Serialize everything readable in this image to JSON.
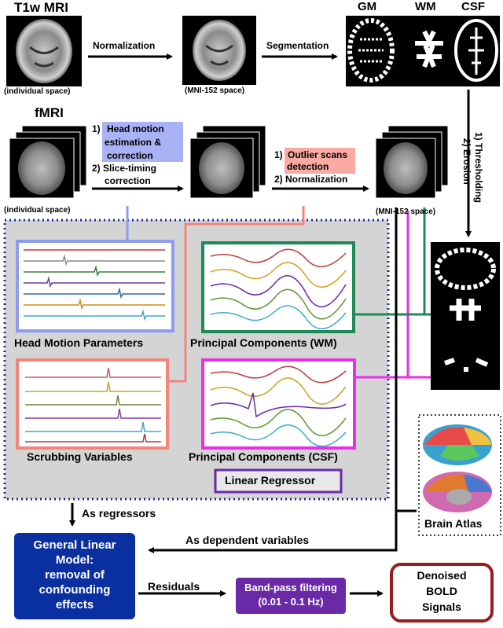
{
  "top": {
    "t1w_title": "T1w MRI",
    "individual_space_1": "(individual space)",
    "normalization": "Normalization",
    "mni_space_1": "(MNI-152 space)",
    "segmentation": "Segmentation",
    "gm": "GM",
    "wm": "WM",
    "csf": "CSF"
  },
  "fmri": {
    "title": "fMRI",
    "individual_space_2": "(individual space)",
    "step1_num": "1)",
    "step1_highlight_a": "Head motion",
    "step1_highlight_b": "estimation &",
    "step1_highlight_c": "correction",
    "step2": "2) Slice-timing",
    "step2b": "correction",
    "outlier_num": "1)",
    "outlier_a": "Outlier scans",
    "outlier_b": "detection",
    "normalization2": "2) Normalization",
    "mni_space_2": "(MNI-152 space)",
    "threshold": "1) Thresholding",
    "erosion": "2) Erosion"
  },
  "panels": {
    "head_motion": "Head Motion Parameters",
    "pc_wm": "Principal Components (WM)",
    "scrubbing": "Scrubbing Variables",
    "pc_csf": "Principal Components (CSF)",
    "linear_regressor": "Linear Regressor"
  },
  "bottom": {
    "as_regressors": "As regressors",
    "as_dependent": "As dependent variables",
    "glm_line1": "General Linear",
    "glm_line2": "Model:",
    "glm_line3": "removal of",
    "glm_line4": "confounding",
    "glm_line5": "effects",
    "residuals": "Residuals",
    "bandpass_line1": "Band-pass filtering",
    "bandpass_line2": "(0.01 - 0.1 Hz)",
    "denoised_line1": "Denoised",
    "denoised_line2": "BOLD",
    "denoised_line3": "Signals",
    "brain_atlas": "Brain Atlas"
  },
  "colors": {
    "blue_panel": "#8c9cf0",
    "green_panel": "#1e8a55",
    "salmon_panel": "#f4857a",
    "magenta_panel": "#e82ee6",
    "purple": "#6a2aa8",
    "navy": "#0a2fa0",
    "dark_red": "#9a1c1c"
  }
}
